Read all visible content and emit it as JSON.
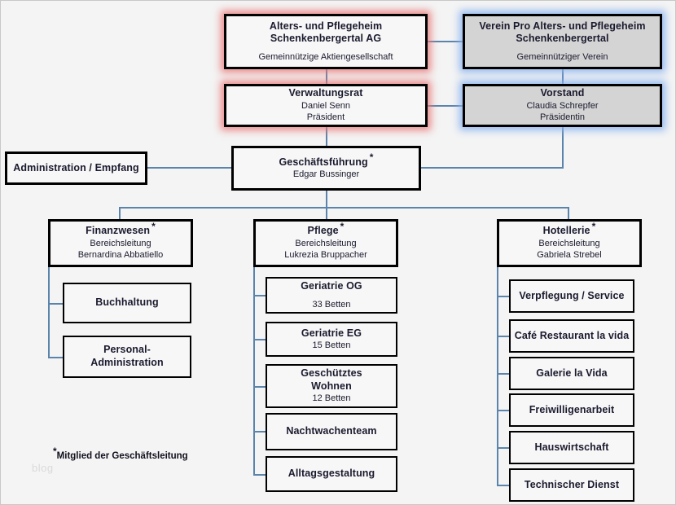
{
  "nodes": {
    "ag": {
      "title": "Alters- und Pflegeheim",
      "title2": "Schenkenbergertal AG",
      "sub": "Gemeinnützige Aktiengesellschaft"
    },
    "verein": {
      "title": "Verein Pro Alters- und Pflegeheim",
      "title2": "Schenkenbergertal",
      "sub": "Gemeinnütziger Verein"
    },
    "verwaltungsrat": {
      "title": "Verwaltungsrat",
      "sub1": "Daniel Senn",
      "sub2": "Präsident"
    },
    "vorstand": {
      "title": "Vorstand",
      "sub1": "Claudia Schrepfer",
      "sub2": "Präsidentin"
    },
    "geschaeftsfuehrung": {
      "title": "Geschäftsführung",
      "star": "*",
      "sub1": "Edgar Bussinger"
    },
    "administration": {
      "title": "Administration / Empfang"
    },
    "finanzwesen": {
      "title": "Finanzwesen",
      "star": "*",
      "sub1": "Bereichsleitung",
      "sub2": "Bernardina Abbatiello"
    },
    "pflege": {
      "title": "Pflege",
      "star": "*",
      "sub1": "Bereichsleitung",
      "sub2": "Lukrezia Bruppacher"
    },
    "hotellerie": {
      "title": "Hotellerie",
      "star": "*",
      "sub1": "Bereichsleitung",
      "sub2": "Gabriela Strebel"
    }
  },
  "finanzwesen_children": [
    {
      "title": "Buchhaltung"
    },
    {
      "title": "Personal-",
      "title2": "Administration"
    }
  ],
  "pflege_children": [
    {
      "title": "Geriatrie OG",
      "sub": "33 Betten"
    },
    {
      "title": "Geriatrie EG",
      "sub": "15 Betten"
    },
    {
      "title": "Geschütztes",
      "title2": "Wohnen",
      "sub": "12 Betten"
    },
    {
      "title": "Nachtwachenteam"
    },
    {
      "title": "Alltagsgestaltung"
    }
  ],
  "hotellerie_children": [
    {
      "title": "Verpflegung / Service"
    },
    {
      "title": "Café Restaurant la vida"
    },
    {
      "title": "Galerie la Vida"
    },
    {
      "title": "Freiwilligenarbeit"
    },
    {
      "title": "Hauswirtschaft"
    },
    {
      "title": "Technischer Dienst"
    }
  ],
  "footnote": {
    "star": "*",
    "text": "Mitglied der Geschäftsleitung"
  },
  "watermark": {
    "text": "blog"
  },
  "colors": {
    "connector": "#5b84ac",
    "box_border": "#000000",
    "box_fill": "#f7f7f7",
    "box_fill_grey": "#d4d4d4",
    "background": "#f4f4f4",
    "glow_red": "#e97878",
    "glow_blue": "#8cb4f0"
  }
}
